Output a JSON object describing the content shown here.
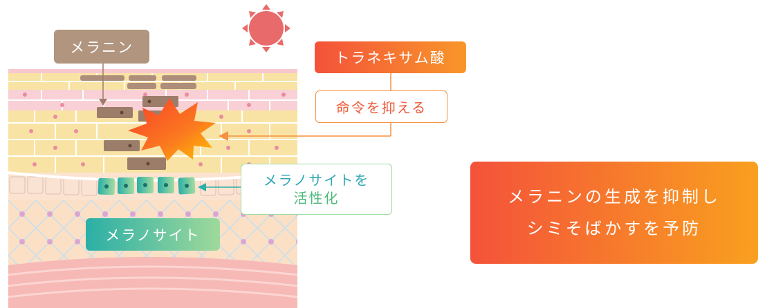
{
  "labels": {
    "melanin": "メラニン",
    "tranexamic_acid": "トラネキサム酸",
    "suppress_command": "命令を抑える",
    "activation_line1": "メラノサイトを",
    "activation_line2": "活性化",
    "melanocyte": "メラノサイト"
  },
  "result": {
    "line1": "メラニンの生成を抑制し",
    "line2": "シミそばかすを予防"
  },
  "colors": {
    "melanin_brown": "#b1957e",
    "orange_start": "#f4523a",
    "orange_end": "#f9a01f",
    "teal": "#2bafa6",
    "green": "#9fd99b",
    "skin_yellow": "#f9e3a4",
    "skin_pink": "#f8c8cf",
    "sun": "#e86a6a"
  },
  "icons": [
    "sun-icon",
    "burst-icon",
    "arrow-down-icon",
    "arrow-left-icon"
  ]
}
